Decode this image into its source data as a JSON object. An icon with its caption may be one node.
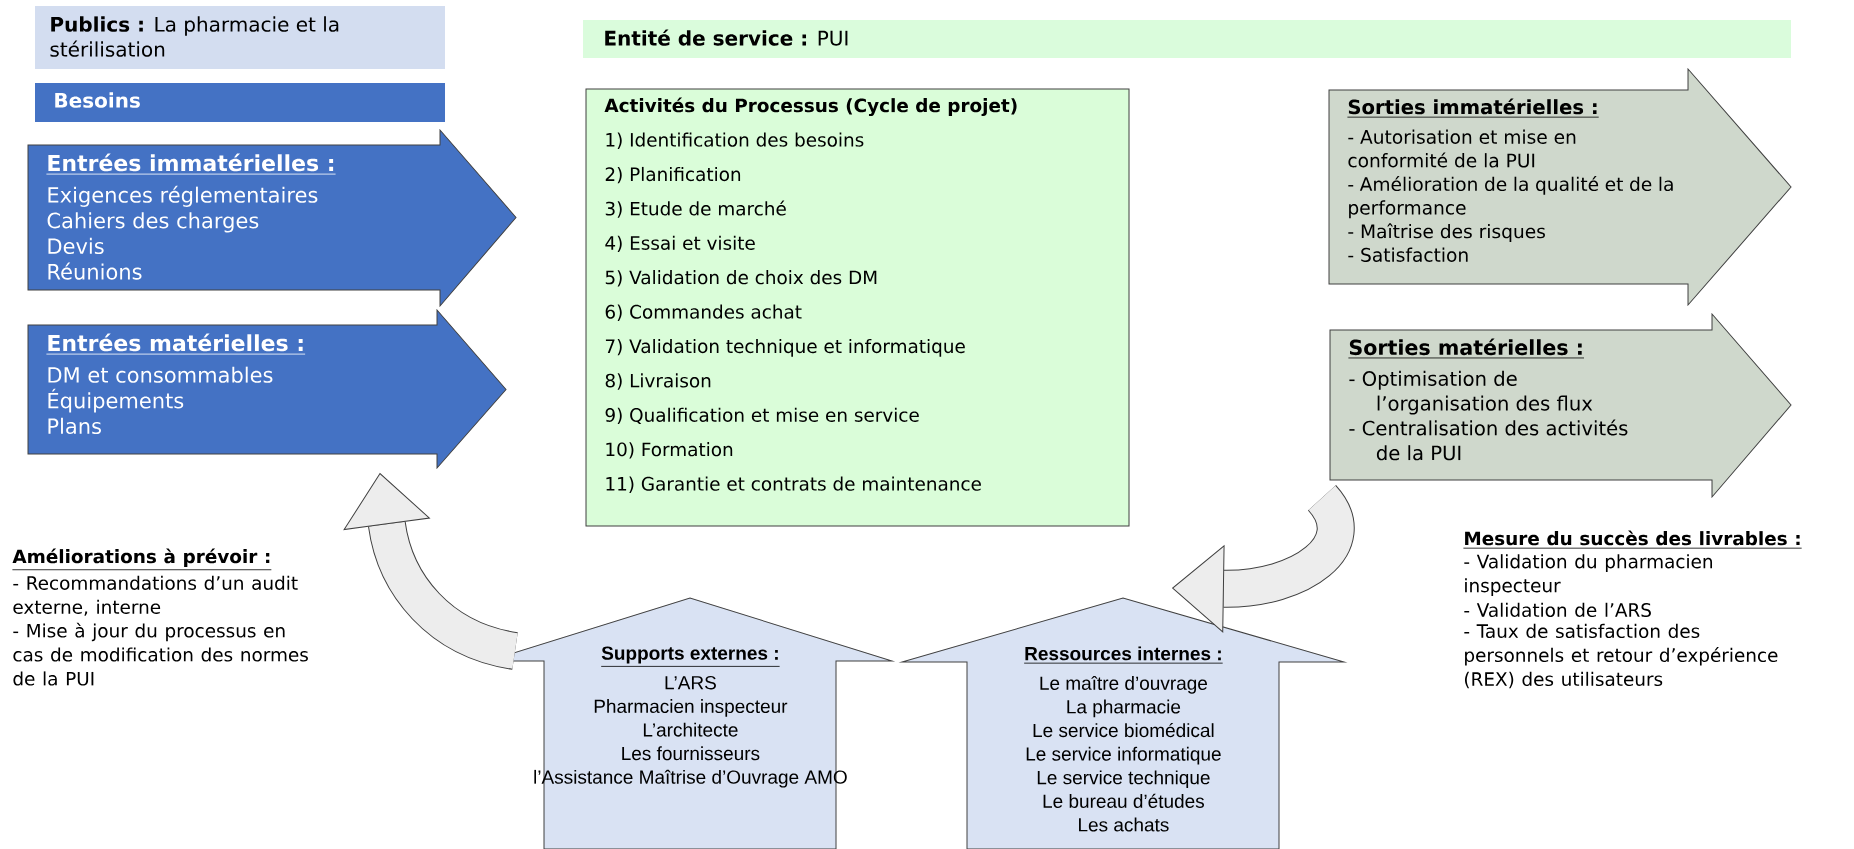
{
  "diagram": {
    "nodes": [
      {
        "text": [
          "**Publics :** La pharmacie et la stérilisation"
        ]
      },
      {
        "text": [
          "**Entité de service :** PUI"
        ]
      },
      {
        "text": [
          "Besoins"
        ]
      },
      {
        "text": [
          "Activités du Processus (Cycle de projet)",
          "1) Identification des besoins",
          "2) Planification",
          "3) Etude de marché",
          "4) Essai et visite",
          "5) Validation de choix des DM",
          "6) Commandes achat",
          "7) Validation technique et informatique",
          "8) Livraison",
          "9) Qualification et mise en service",
          "10) Formation",
          "11) Garantie et contrats de maintenance"
        ]
      },
      {
        "text": [
          "Entrées immatérielles :",
          "Exigences réglementaires",
          "Cahiers des charges",
          "Devis",
          "Réunions"
        ]
      },
      {
        "text": [
          "Sorties immatérielles :",
          "- Autorisation et mise en conformité de la PUI",
          "- Amélioration de la qualité et de la performance",
          "- Maîtrise des risques",
          "- Satisfaction"
        ]
      },
      {
        "text": [
          "Entrées matérielles :",
          "DM et consommables",
          "Équipements",
          "Plans"
        ]
      },
      {
        "text": [
          "Sorties matérielles :",
          "- Optimisation de l’organisation des flux",
          "- Centralisation des activités de la PUI"
        ]
      },
      {
        "text": [
          "Supports externes :",
          "L’ARS",
          "Pharmacien inspecteur",
          "L’architecte",
          "Les fournisseurs",
          "l’Assistance Maîtrise d’Ouvrage AMO"
        ]
      },
      {
        "text": [
          "Ressources internes :",
          "Le maître d’ouvrage",
          "La pharmacie",
          "Le service biomédical",
          "Le service informatique",
          "Le service technique",
          "Le bureau d’études",
          "Les achats"
        ]
      }
    ],
    "edges": [
      {
        "from": 8,
        "to": 6,
        "arrow": "to"
      },
      {
        "from": 7,
        "to": 9,
        "arrow": "to"
      }
    ],
    "labels": [
      "Améliorations à prévoir :",
      "- Recommandations d’un audit externe, interne",
      "- Mise à jour du processus en cas de modification des normes de la PUI",
      "Mesure du succès des livrables :",
      "- Validation du pharmacien inspecteur",
      "- Validation de l’ARS",
      "- Taux de satisfaction des personnels et retour d’expérience (REX) des utilisateurs"
    ]
  }
}
